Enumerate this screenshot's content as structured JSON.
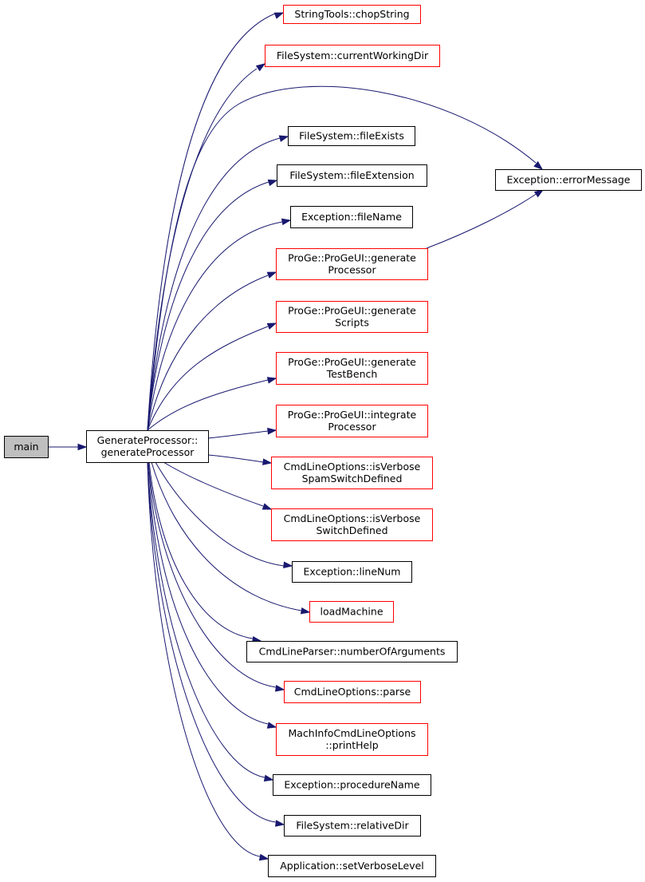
{
  "colors": {
    "edge": "#191970",
    "border_linked": "#000000",
    "border_undocumented": "#ff0000",
    "root_fill": "#bfbfbf",
    "node_fill": "#ffffff"
  },
  "nodes": {
    "main": {
      "lines": [
        "main"
      ]
    },
    "generate_processor": {
      "lines": [
        "GenerateProcessor::",
        "generateProcessor"
      ]
    },
    "chop_string": {
      "lines": [
        "StringTools::chopString"
      ]
    },
    "current_working_dir": {
      "lines": [
        "FileSystem::currentWorkingDir"
      ]
    },
    "error_message": {
      "lines": [
        "Exception::errorMessage"
      ]
    },
    "file_exists": {
      "lines": [
        "FileSystem::fileExists"
      ]
    },
    "file_extension": {
      "lines": [
        "FileSystem::fileExtension"
      ]
    },
    "file_name": {
      "lines": [
        "Exception::fileName"
      ]
    },
    "generate_processor_ui": {
      "lines": [
        "ProGe::ProGeUI::generate",
        "Processor"
      ]
    },
    "generate_scripts": {
      "lines": [
        "ProGe::ProGeUI::generate",
        "Scripts"
      ]
    },
    "generate_testbench": {
      "lines": [
        "ProGe::ProGeUI::generate",
        "TestBench"
      ]
    },
    "integrate_processor": {
      "lines": [
        "ProGe::ProGeUI::integrate",
        "Processor"
      ]
    },
    "is_verbose_spam": {
      "lines": [
        "CmdLineOptions::isVerbose",
        "SpamSwitchDefined"
      ]
    },
    "is_verbose_switch": {
      "lines": [
        "CmdLineOptions::isVerbose",
        "SwitchDefined"
      ]
    },
    "line_num": {
      "lines": [
        "Exception::lineNum"
      ]
    },
    "load_machine": {
      "lines": [
        "loadMachine"
      ]
    },
    "number_of_arguments": {
      "lines": [
        "CmdLineParser::numberOfArguments"
      ]
    },
    "parse": {
      "lines": [
        "CmdLineOptions::parse"
      ]
    },
    "print_help": {
      "lines": [
        "MachInfoCmdLineOptions",
        "::printHelp"
      ]
    },
    "procedure_name": {
      "lines": [
        "Exception::procedureName"
      ]
    },
    "relative_dir": {
      "lines": [
        "FileSystem::relativeDir"
      ]
    },
    "set_verbose_level": {
      "lines": [
        "Application::setVerboseLevel"
      ]
    }
  }
}
